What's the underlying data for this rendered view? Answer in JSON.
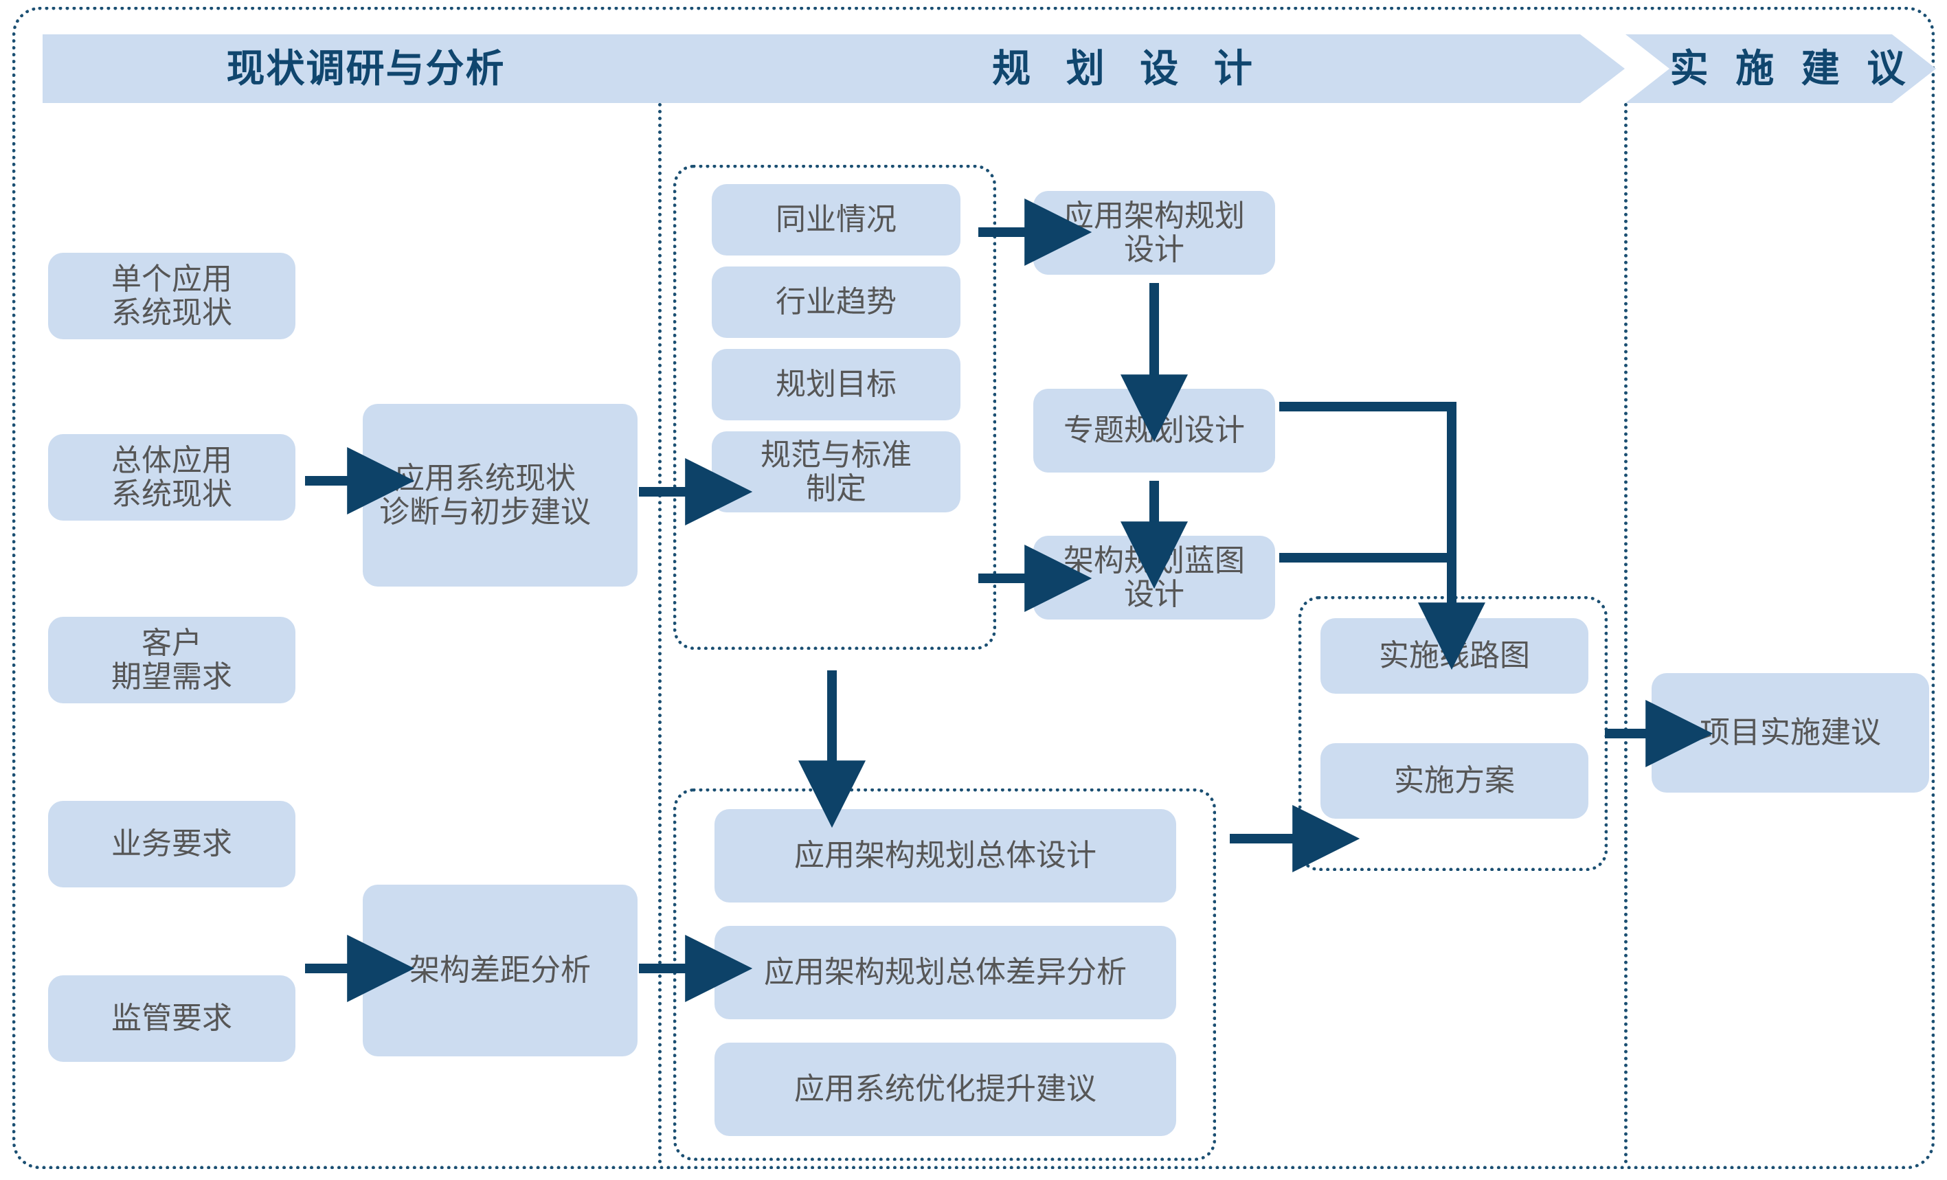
{
  "diagram": {
    "title_banners": [
      {
        "id": "phase-1",
        "label": "现状调研与分析"
      },
      {
        "id": "phase-2",
        "label": "规 划 设 计"
      },
      {
        "id": "phase-3",
        "label": "实 施 建 议"
      }
    ],
    "colors": {
      "node_fill": "#ccdcf0",
      "banner_fill": "#ccdcf0",
      "banner_text": "#10466e",
      "node_text": "#565656",
      "connector": "#0d4268",
      "dotted_border": "#1b4f72",
      "page_background": "#ffffff"
    },
    "inputs": {
      "group_name": "current-state-inputs",
      "nodes": [
        {
          "id": "single-app-status",
          "label": "单个应用\n系统现状"
        },
        {
          "id": "overall-app-status",
          "label": "总体应用\n系统现状"
        },
        {
          "id": "customer-expectation",
          "label": "客户\n期望需求"
        },
        {
          "id": "business-requirement",
          "label": "业务要求"
        },
        {
          "id": "regulatory-requirement",
          "label": "监管要求"
        }
      ]
    },
    "analysis": {
      "nodes": [
        {
          "id": "app-status-diagnosis",
          "label": "应用系统现状\n诊断与初步建议"
        },
        {
          "id": "architecture-gap-analysis",
          "label": "架构差距分析"
        }
      ]
    },
    "planning_inputs": {
      "group_name": "planning-inputs-group",
      "nodes": [
        {
          "id": "peer-situation",
          "label": "同业情况"
        },
        {
          "id": "industry-trend",
          "label": "行业趋势"
        },
        {
          "id": "planning-goal",
          "label": "规划目标"
        },
        {
          "id": "standards-definition",
          "label": "规范与标准\n制定"
        }
      ]
    },
    "planning_design": {
      "nodes": [
        {
          "id": "app-architecture-planning-design",
          "label": "应用架构规划\n设计"
        },
        {
          "id": "thematic-planning-design",
          "label": "专题规划设计"
        },
        {
          "id": "architecture-blueprint-design",
          "label": "架构规划蓝图\n设计"
        }
      ]
    },
    "overall_design": {
      "group_name": "overall-design-group",
      "nodes": [
        {
          "id": "app-architecture-overall-design",
          "label": "应用架构规划总体设计"
        },
        {
          "id": "app-architecture-gap-analysis",
          "label": "应用架构规划总体差异分析"
        },
        {
          "id": "app-system-optimization-advice",
          "label": "应用系统优化提升建议"
        }
      ]
    },
    "implementation": {
      "group_name": "implementation-group",
      "nodes": [
        {
          "id": "implementation-roadmap",
          "label": "实施线路图"
        },
        {
          "id": "implementation-plan",
          "label": "实施方案"
        }
      ]
    },
    "recommendation": {
      "nodes": [
        {
          "id": "project-implementation-advice",
          "label": "项目实施建议"
        }
      ]
    },
    "connectors": [
      {
        "id": "overall-app-status-to-diagnosis",
        "type": "arrow-right"
      },
      {
        "id": "diagnosis-to-planning-inputs",
        "type": "arrow-right"
      },
      {
        "id": "regulatory-to-gap-analysis",
        "type": "arrow-right"
      },
      {
        "id": "gap-analysis-to-overall-design",
        "type": "arrow-right"
      },
      {
        "id": "peer-situation-to-app-architecture-planning",
        "type": "arrow-right"
      },
      {
        "id": "app-architecture-planning-to-thematic",
        "type": "arrow-down"
      },
      {
        "id": "thematic-to-blueprint",
        "type": "arrow-down"
      },
      {
        "id": "standards-to-blueprint",
        "type": "arrow-right"
      },
      {
        "id": "planning-inputs-to-overall-design",
        "type": "arrow-down"
      },
      {
        "id": "thematic-and-blueprint-to-implementation",
        "type": "elbow-arrow-down"
      },
      {
        "id": "overall-design-to-implementation",
        "type": "arrow-right"
      },
      {
        "id": "implementation-to-project-advice",
        "type": "arrow-right"
      }
    ]
  }
}
